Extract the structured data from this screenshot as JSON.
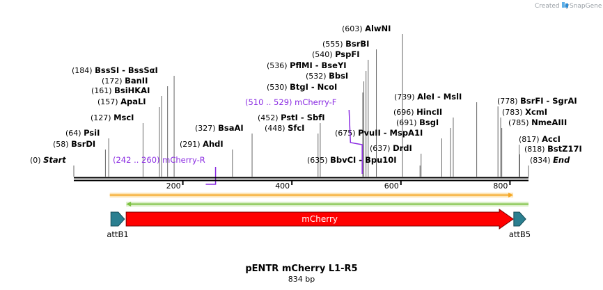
{
  "header": {
    "created_by": "Created by",
    "brand": "SnapGene"
  },
  "map": {
    "title": "pENTR mCherry L1-R5",
    "length_label": "834 bp",
    "total_bp": 834,
    "ticks": [
      {
        "bp": 200,
        "label": "200"
      },
      {
        "bp": 400,
        "label": "400"
      },
      {
        "bp": 600,
        "label": "600"
      },
      {
        "bp": 800,
        "label": "800"
      }
    ],
    "sites": [
      {
        "bp": 0,
        "pos": "(0)",
        "name": "Start",
        "special": true
      },
      {
        "bp": 58,
        "pos": "(58)",
        "name": "BsrDI"
      },
      {
        "bp": 64,
        "pos": "(64)",
        "name": "PsiI"
      },
      {
        "bp": 127,
        "pos": "(127)",
        "name": "MscI"
      },
      {
        "bp": 157,
        "pos": "(157)",
        "name": "ApaLI"
      },
      {
        "bp": 161,
        "pos": "(161)",
        "name": "BsiHKAI"
      },
      {
        "bp": 172,
        "pos": "(172)",
        "name": "BanII"
      },
      {
        "bp": 184,
        "pos": "(184)",
        "name": "BssSI  -  BssSαI"
      },
      {
        "bp": 291,
        "pos": "(291)",
        "name": "AhdI"
      },
      {
        "bp": 327,
        "pos": "(327)",
        "name": "BsaAI"
      },
      {
        "bp": 448,
        "pos": "(448)",
        "name": "SfcI"
      },
      {
        "bp": 452,
        "pos": "(452)",
        "name": "PstI  -  SbfI"
      },
      {
        "bp": 530,
        "pos": "(530)",
        "name": "BtgI  -  NcoI"
      },
      {
        "bp": 532,
        "pos": "(532)",
        "name": "BbsI"
      },
      {
        "bp": 536,
        "pos": "(536)",
        "name": "PflMI  -  BseYI"
      },
      {
        "bp": 540,
        "pos": "(540)",
        "name": "PspFI"
      },
      {
        "bp": 555,
        "pos": "(555)",
        "name": "BsrBI"
      },
      {
        "bp": 603,
        "pos": "(603)",
        "name": "AlwNI"
      },
      {
        "bp": 635,
        "pos": "(635)",
        "name": "BbvCI  -  Bpu10I"
      },
      {
        "bp": 637,
        "pos": "(637)",
        "name": "DrdI"
      },
      {
        "bp": 675,
        "pos": "(675)",
        "name": "PvuII  -  MspA1I"
      },
      {
        "bp": 691,
        "pos": "(691)",
        "name": "BsgI"
      },
      {
        "bp": 696,
        "pos": "(696)",
        "name": "HincII"
      },
      {
        "bp": 739,
        "pos": "(739)",
        "name": "AleI  -  MslI"
      },
      {
        "bp": 778,
        "pos": "(778)",
        "name": "BsrFI  -  SgrAI"
      },
      {
        "bp": 783,
        "pos": "(783)",
        "name": "XcmI"
      },
      {
        "bp": 785,
        "pos": "(785)",
        "name": "NmeAIII"
      },
      {
        "bp": 817,
        "pos": "(817)",
        "name": "AccI"
      },
      {
        "bp": 818,
        "pos": "(818)",
        "name": "BstZ17I"
      },
      {
        "bp": 834,
        "pos": "(834)",
        "name": "End",
        "special": true
      }
    ],
    "primers": [
      {
        "range": "(242 .. 260)",
        "name": "mCherry-R",
        "start": 242,
        "end": 260,
        "dir": "rev"
      },
      {
        "range": "(510 .. 529)",
        "name": "mCherry-F",
        "start": 510,
        "end": 529,
        "dir": "fwd"
      }
    ],
    "features": [
      {
        "name": "attB1",
        "start": 68,
        "end": 93,
        "color": "#2b7f90"
      },
      {
        "name": "mCherry",
        "start": 96,
        "end": 806,
        "color": "#ff0000"
      },
      {
        "name": "attB5",
        "start": 807,
        "end": 829,
        "color": "#2b7f90"
      }
    ],
    "orf_forward": {
      "start": 66,
      "end": 806,
      "color": "#f5a623"
    },
    "orf_reverse": {
      "start": 96,
      "end": 834,
      "color": "#7cc242"
    }
  }
}
